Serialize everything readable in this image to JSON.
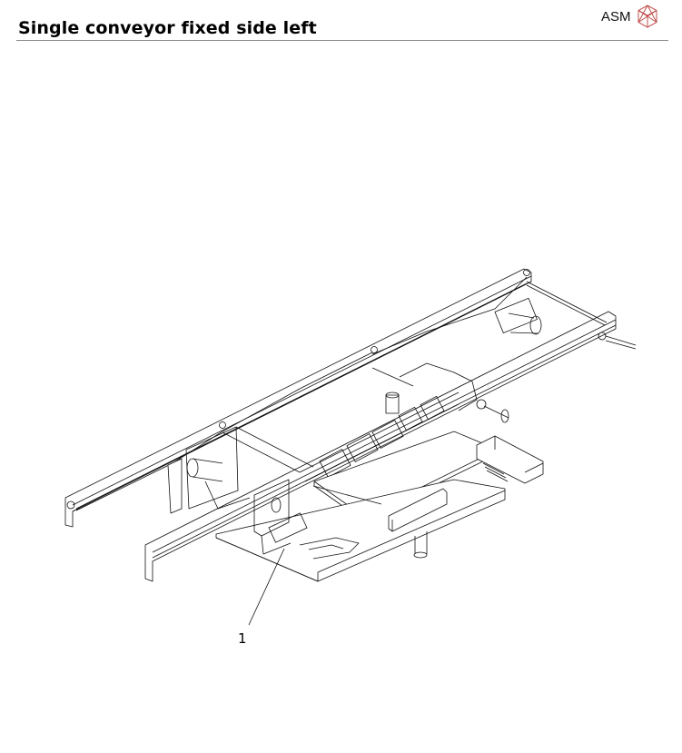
{
  "header": {
    "title": "Single conveyor fixed side left",
    "logo_text": "ASM",
    "logo_color": "#c0504d"
  },
  "drawing": {
    "description": "Isometric line drawing of single conveyor assembly, fixed side left",
    "callouts": [
      {
        "label": "1"
      }
    ]
  }
}
